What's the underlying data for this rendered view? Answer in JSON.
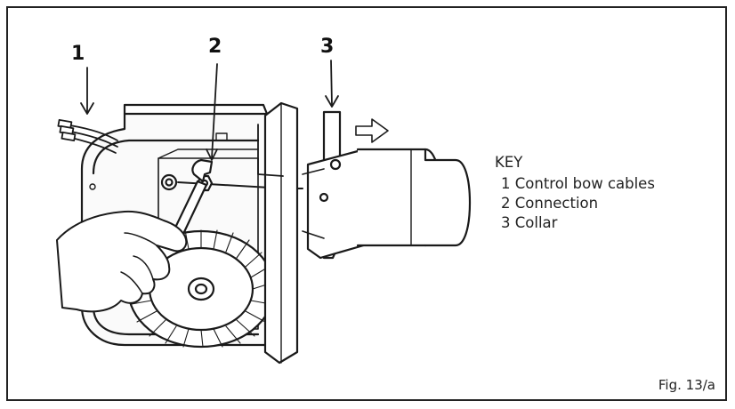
{
  "callouts": {
    "one": "1",
    "two": "2",
    "three": "3"
  },
  "key": {
    "title": "KEY",
    "items": [
      "1 Control bow cables",
      "2 Connection",
      "3 Collar"
    ]
  },
  "figure_label": "Fig. 13/a"
}
